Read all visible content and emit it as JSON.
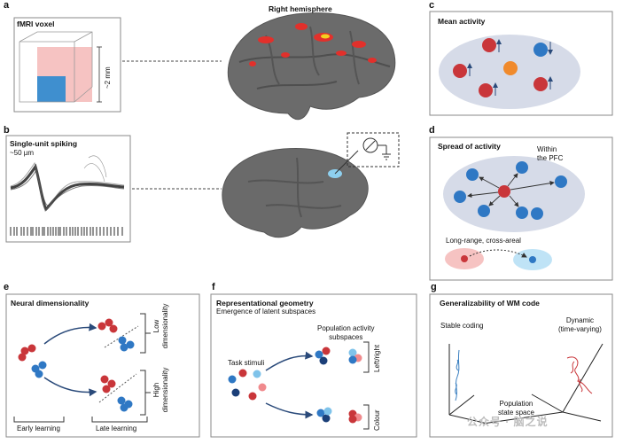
{
  "panels": {
    "a": {
      "label": "a",
      "title": "fMRI voxel",
      "size_label": "~2 mm",
      "brain_title": "Right hemisphere"
    },
    "b": {
      "label": "b",
      "title": "Single-unit spiking",
      "scale_label": "~50 µm"
    },
    "c": {
      "label": "c",
      "title": "Mean activity"
    },
    "d": {
      "label": "d",
      "title": "Spread of activity",
      "within_label": "Within\nthe PFC",
      "long_range_label": "Long-range, cross-areal"
    },
    "e": {
      "label": "e",
      "title": "Neural dimensionality",
      "low_dim_label": "Low\ndimensionality",
      "high_dim_label": "High\ndimensionality",
      "early_label": "Early learning",
      "late_label": "Late learning"
    },
    "f": {
      "label": "f",
      "title": "Representational geometry",
      "subtitle": "Emergence of latent subspaces",
      "population_label": "Population activity\nsubspaces",
      "task_stimuli_label": "Task stimuli",
      "left_right_label": "Left/right",
      "colour_label": "Colour"
    },
    "g": {
      "label": "g",
      "title": "Generalizability of WM code",
      "stable_label": "Stable coding",
      "dynamic_label": "Dynamic\n(time-varying)",
      "state_space_label": "Population\nstate space"
    }
  },
  "watermark": "公众号 · 脑之说",
  "colors": {
    "red": "#c9363a",
    "pink": "#f08a8d",
    "blue": "#2f78c4",
    "light_blue": "#7fc3ea",
    "orange": "#f08a2c",
    "ellipse": "#d6dbe8",
    "brain": "#6a6a6a",
    "voxel_pink": "#f6c3c2",
    "voxel_blue": "#3f8fcf"
  }
}
